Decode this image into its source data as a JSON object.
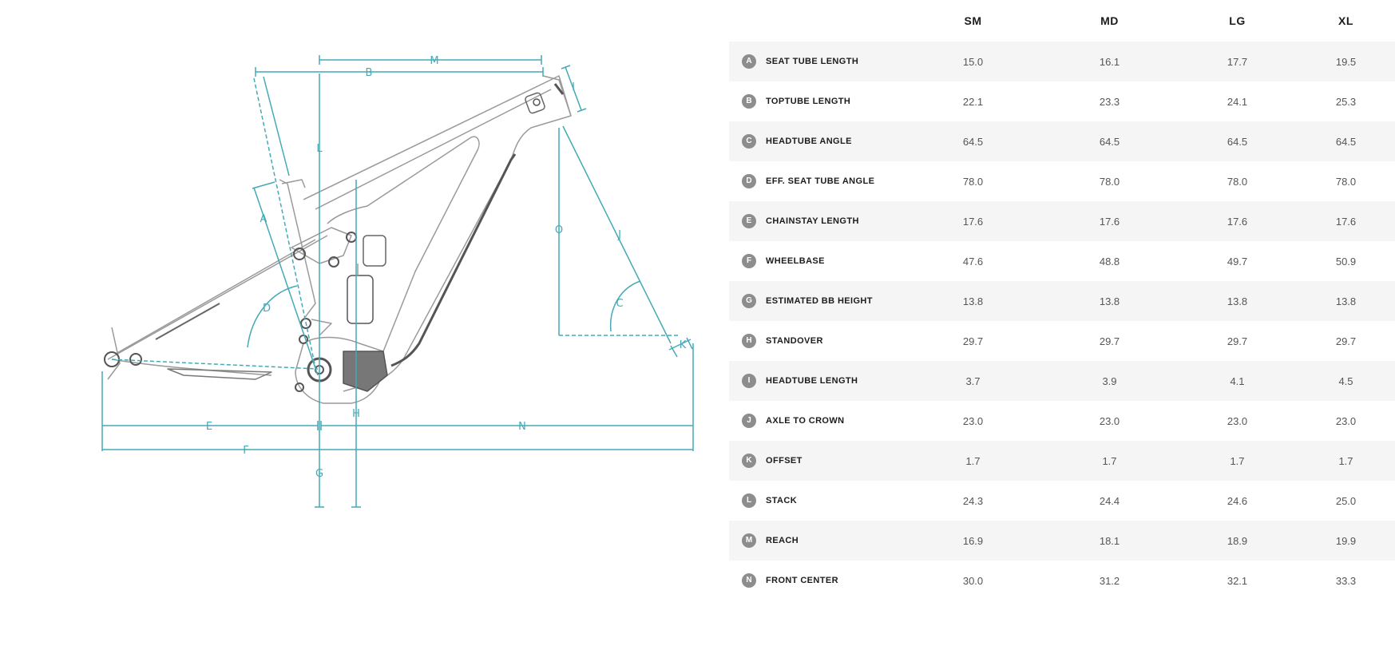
{
  "colors": {
    "accent": "#45a9b6",
    "frame_line": "#9a9a9a",
    "frame_dark": "#555555",
    "badge": "#8d8d8d",
    "row_stripe": "#f5f5f5"
  },
  "diagram": {
    "labels": {
      "A": "A",
      "B": "B",
      "C": "C",
      "D": "D",
      "E": "E",
      "F": "F",
      "G": "G",
      "H": "H",
      "I": "I",
      "J": "J",
      "K": "K",
      "L": "L",
      "M": "M",
      "N": "N",
      "O": "O"
    }
  },
  "table": {
    "sizes": [
      "SM",
      "MD",
      "LG",
      "XL"
    ],
    "rows": [
      {
        "key": "A",
        "label": "SEAT TUBE LENGTH",
        "values": [
          "15.0",
          "16.1",
          "17.7",
          "19.5"
        ]
      },
      {
        "key": "B",
        "label": "TOPTUBE LENGTH",
        "values": [
          "22.1",
          "23.3",
          "24.1",
          "25.3"
        ]
      },
      {
        "key": "C",
        "label": "HEADTUBE ANGLE",
        "values": [
          "64.5",
          "64.5",
          "64.5",
          "64.5"
        ]
      },
      {
        "key": "D",
        "label": "EFF. SEAT TUBE ANGLE",
        "values": [
          "78.0",
          "78.0",
          "78.0",
          "78.0"
        ]
      },
      {
        "key": "E",
        "label": "CHAINSTAY LENGTH",
        "values": [
          "17.6",
          "17.6",
          "17.6",
          "17.6"
        ]
      },
      {
        "key": "F",
        "label": "WHEELBASE",
        "values": [
          "47.6",
          "48.8",
          "49.7",
          "50.9"
        ]
      },
      {
        "key": "G",
        "label": "ESTIMATED BB HEIGHT",
        "values": [
          "13.8",
          "13.8",
          "13.8",
          "13.8"
        ]
      },
      {
        "key": "H",
        "label": "STANDOVER",
        "values": [
          "29.7",
          "29.7",
          "29.7",
          "29.7"
        ]
      },
      {
        "key": "I",
        "label": "HEADTUBE LENGTH",
        "values": [
          "3.7",
          "3.9",
          "4.1",
          "4.5"
        ]
      },
      {
        "key": "J",
        "label": "AXLE TO CROWN",
        "values": [
          "23.0",
          "23.0",
          "23.0",
          "23.0"
        ]
      },
      {
        "key": "K",
        "label": "OFFSET",
        "values": [
          "1.7",
          "1.7",
          "1.7",
          "1.7"
        ]
      },
      {
        "key": "L",
        "label": "STACK",
        "values": [
          "24.3",
          "24.4",
          "24.6",
          "25.0"
        ]
      },
      {
        "key": "M",
        "label": "REACH",
        "values": [
          "16.9",
          "18.1",
          "18.9",
          "19.9"
        ]
      },
      {
        "key": "N",
        "label": "FRONT CENTER",
        "values": [
          "30.0",
          "31.2",
          "32.1",
          "33.3"
        ]
      }
    ]
  }
}
